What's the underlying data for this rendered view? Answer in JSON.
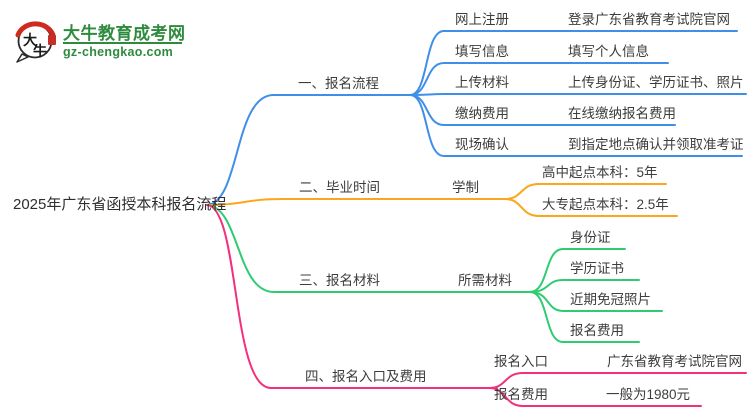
{
  "brand": {
    "logo_glyph_top": "大",
    "logo_glyph_bottom": "牛",
    "title": "大牛教育成考网",
    "domain": "gz-chengkao.com",
    "brand_color": "#2e8b3e"
  },
  "central": {
    "label": "2025年广东省函授本科报名流程"
  },
  "branches": [
    {
      "label": "一、报名流程",
      "color": "#3f8fe8",
      "children": [
        {
          "label": "网上注册",
          "value": "登录广东省教育考试院官网"
        },
        {
          "label": "填写信息",
          "value": "填写个人信息"
        },
        {
          "label": "上传材料",
          "value": "上传身份证、学历证书、照片"
        },
        {
          "label": "缴纳费用",
          "value": "在线缴纳报名费用"
        },
        {
          "label": "现场确认",
          "value": "到指定地点确认并领取准考证"
        }
      ]
    },
    {
      "label": "二、毕业时间",
      "color": "#fba71b",
      "mid": "学制",
      "children": [
        {
          "value": "高中起点本科：5年"
        },
        {
          "value": "大专起点本科：2.5年"
        }
      ]
    },
    {
      "label": "三、报名材料",
      "color": "#2ecc71",
      "mid": "所需材料",
      "children": [
        {
          "value": "身份证"
        },
        {
          "value": "学历证书"
        },
        {
          "value": "近期免冠照片"
        },
        {
          "value": "报名费用"
        }
      ]
    },
    {
      "label": "四、报名入口及费用",
      "color": "#f3307c",
      "children": [
        {
          "label": "报名入口",
          "value": "广东省教育考试院官网"
        },
        {
          "label": "报名费用",
          "value": "一般为1980元"
        }
      ]
    }
  ]
}
